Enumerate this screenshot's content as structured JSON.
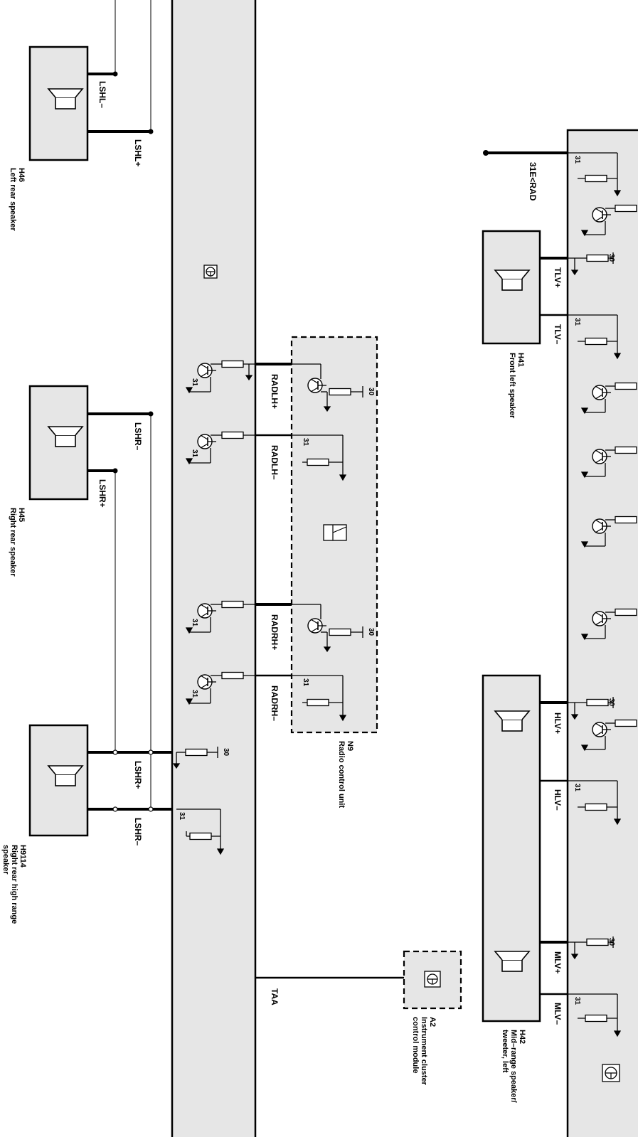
{
  "wires": {
    "lshl_minus": "LSHL–",
    "lshl_plus": "LSHL+",
    "lshr_minus_top": "LSHR–",
    "lshr_plus_top": "LSHR+",
    "lshr_plus_bottom": "LSHR+",
    "lshr_minus_bottom": "LSHR–",
    "radlh_plus": "RADLH+",
    "radlh_minus": "RADLH–",
    "radrh_plus": "RADRH+",
    "radrh_minus": "RADRH–",
    "taa": "TAA",
    "e_rad": "31E<RAD",
    "tlv_plus": "TLV+",
    "tlv_minus": "TLV–",
    "hlv_plus": "HLV+",
    "hlv_minus": "HLV–",
    "mlv_plus": "MLV+",
    "mlv_minus": "MLV–"
  },
  "components": {
    "h46": {
      "id": "H46",
      "name": "Left rear speaker"
    },
    "h45": {
      "id": "H45",
      "name": "Right rear speaker"
    },
    "h9114": {
      "id": "H9114",
      "name": "Right rear high range",
      "name2": "speaker"
    },
    "n9": {
      "id": "N9",
      "name": "Radio control unit"
    },
    "a2": {
      "id": "A2",
      "name": "Instrument cluster",
      "name2": "control module"
    },
    "h41": {
      "id": "H41",
      "name": "Front left speaker"
    },
    "h42": {
      "id": "H42",
      "name": "Mid–range speaker/",
      "name2": "tweeter, left"
    }
  },
  "terminals": {
    "t30": "30",
    "t31": "31"
  }
}
